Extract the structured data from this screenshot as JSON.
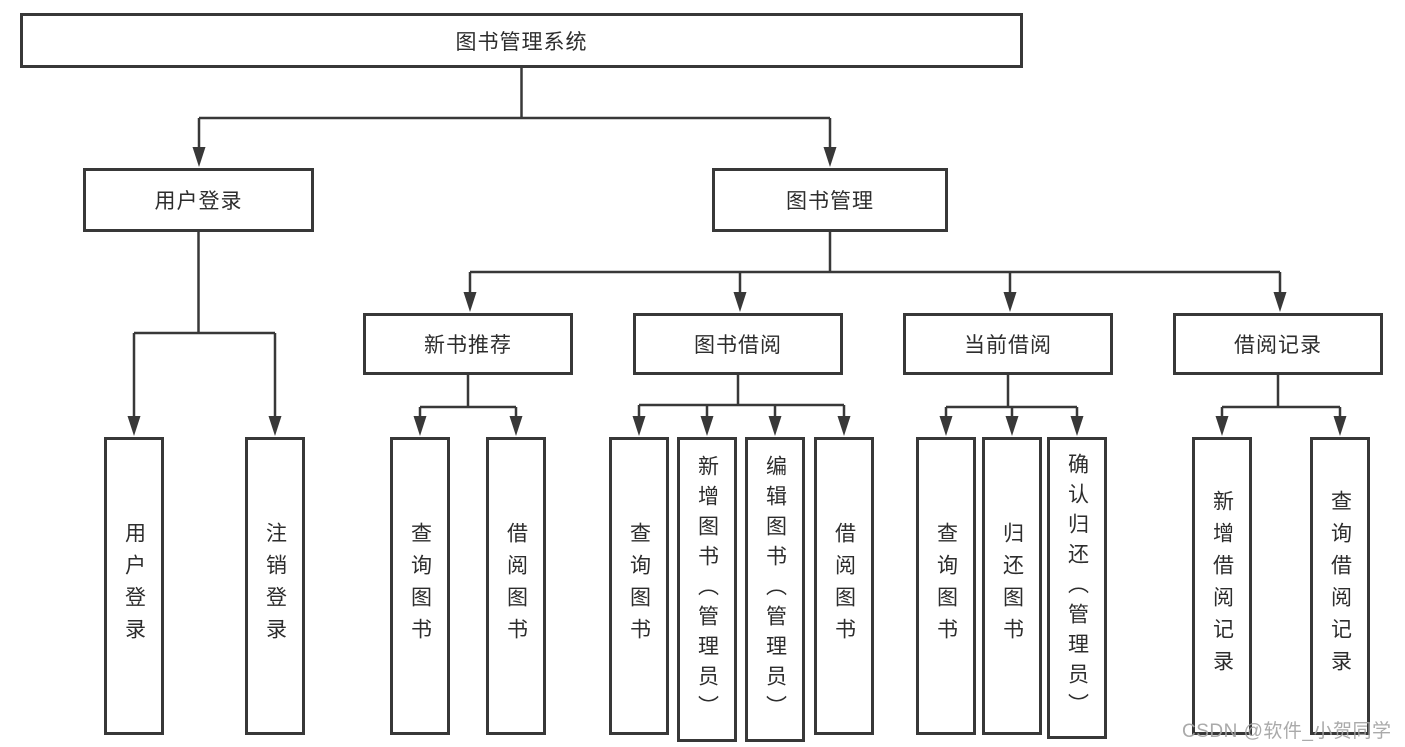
{
  "tree": {
    "root": {
      "label": "图书管理系统"
    },
    "branches": [
      {
        "label": "用户登录",
        "leaves": [
          {
            "label": "用户登录"
          },
          {
            "label": "注销登录"
          }
        ]
      },
      {
        "label": "图书管理",
        "groups": [
          {
            "label": "新书推荐",
            "leaves": [
              {
                "label": "查询图书"
              },
              {
                "label": "借阅图书"
              }
            ]
          },
          {
            "label": "图书借阅",
            "leaves": [
              {
                "label": "查询图书"
              },
              {
                "label": "新增图书（管理员）"
              },
              {
                "label": "编辑图书（管理员）"
              },
              {
                "label": "借阅图书"
              }
            ]
          },
          {
            "label": "当前借阅",
            "leaves": [
              {
                "label": "查询图书"
              },
              {
                "label": "归还图书"
              },
              {
                "label": "确认归还（管理员）"
              }
            ]
          },
          {
            "label": "借阅记录",
            "leaves": [
              {
                "label": "新增借阅记录"
              },
              {
                "label": "查询借阅记录"
              }
            ]
          }
        ]
      }
    ]
  },
  "watermark": {
    "text": "CSDN @软件_小贺同学"
  },
  "colors": {
    "line": "#383838",
    "box_border": "#383838",
    "box_fill": "#ffffff",
    "text": "#2d2d2d",
    "watermark": "#a3a3a3",
    "background": "#ffffff"
  }
}
